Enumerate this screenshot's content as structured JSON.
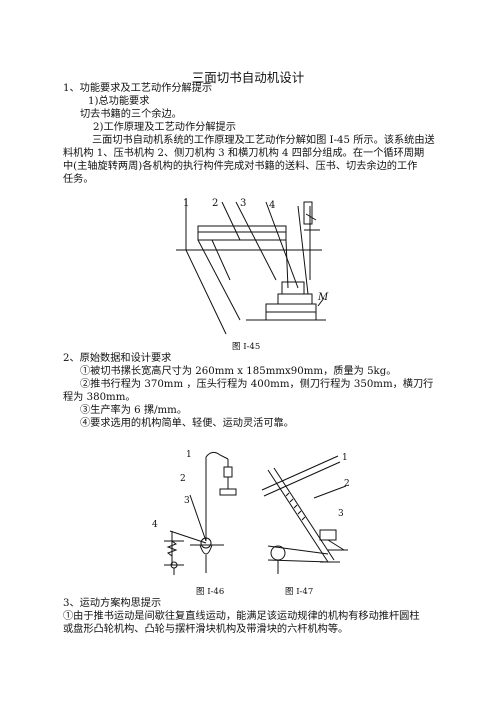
{
  "title": "三面切书自动机设计",
  "section1": {
    "heading": "1、功能要求及工艺动作分解提示",
    "sub1": "1)总功能要求",
    "sub1_text": "切去书籍的三个余边。",
    "sub2": "2)工作原理及工艺动作分解提示",
    "para": [
      "三面切书自动机系统的工作原理及工艺动作分解如图 I-45 所示。该系统由送",
      "料机构 1、压书机构 2、侧刀机构 3 和横刀机构 4 四部分组成。在一个循环周期",
      "中(主轴旋转两周)各机构的执行构件完成对书籍的送料、压书、切去余边的工作",
      "任务。"
    ]
  },
  "figure45": {
    "labels": [
      "1",
      "2",
      "3",
      "4",
      "M"
    ],
    "caption": "图 I-45"
  },
  "section2": {
    "heading": "2、原始数据和设计要求",
    "items": [
      "①被切书摞长宽高尺寸为 260mm x 185mmx90mm，质量为 5kg。",
      "②推书行程为 370mm ，压头行程为 400mm，侧刀行程为 350mm，横刀行",
      "程为 380mm。",
      "③生产率为 6 摞/mm。",
      "④要求选用的机构简单、轻便、运动灵活可靠。"
    ]
  },
  "figure46": {
    "labels": [
      "1",
      "2",
      "3",
      "4"
    ],
    "caption": "图 I-46"
  },
  "figure47": {
    "labels": [
      "1",
      "2",
      "3"
    ],
    "caption": "图 I-47"
  },
  "section3": {
    "heading": "3、运动方案构思提示",
    "lines": [
      "①由于推书运动是间歇往复直线运动，能满足该运动规律的机构有移动推杆圆柱",
      "或盘形凸轮机构、凸轮与摆杆滑块机构及带滑块的六杆机构等。"
    ]
  }
}
